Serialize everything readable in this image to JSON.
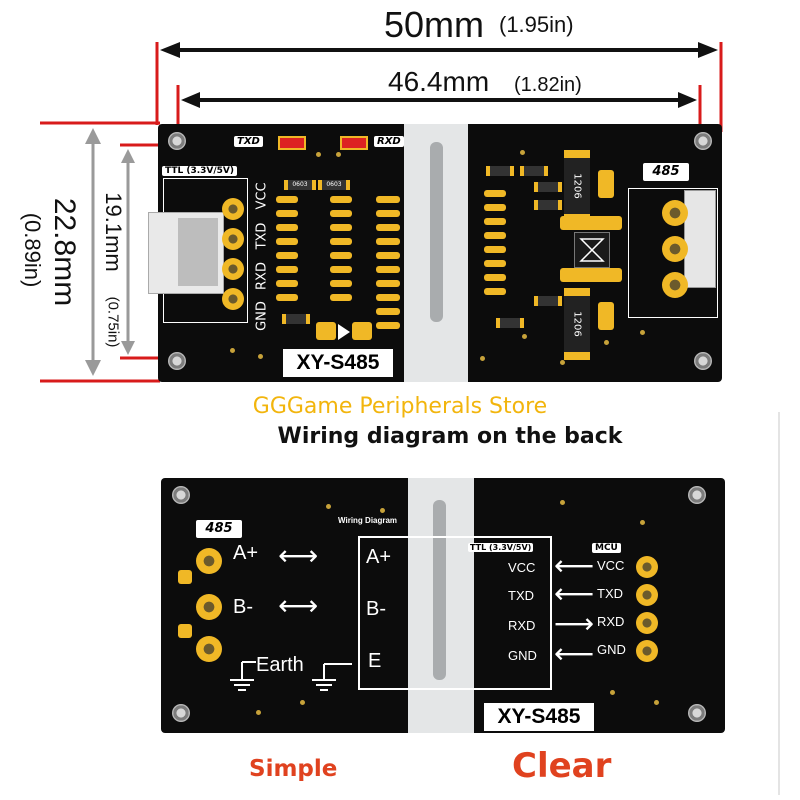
{
  "dimensions": {
    "width_outer": "50mm",
    "width_outer_in": "(1.95in)",
    "width_inner": "46.4mm",
    "width_inner_in": "(1.82in)",
    "height_outer": "22.8mm",
    "height_outer_in": "(0.89in)",
    "height_inner": "19.1mm",
    "height_inner_in": "(0.75in)"
  },
  "top_board": {
    "txd_led": "TXD",
    "rxd_led": "RXD",
    "ttl_label": "TTL (3.3V/5V)",
    "pins": [
      "VCC",
      "TXD",
      "RXD",
      "GND"
    ],
    "right_label": "485",
    "chip_left": "0603",
    "chip_right": "1206",
    "title": "XY-S485"
  },
  "store_name": "GGGame Peripherals Store",
  "heading": "Wiring diagram on the back",
  "bottom_board": {
    "left_label": "485",
    "diagram_title": "Wiring Diagram",
    "left_pins": [
      "A+",
      "B-"
    ],
    "earth_label": "Earth",
    "box_pins": [
      "A+",
      "B-",
      "E"
    ],
    "ttl_label": "TTL (3.3V/5V)",
    "ttl_pins": [
      "VCC",
      "TXD",
      "RXD",
      "GND"
    ],
    "mcu_label": "MCU",
    "mcu_pins": [
      "VCC",
      "TXD",
      "RXD",
      "GND"
    ],
    "title": "XY-S485"
  },
  "captions": {
    "left": "Simple",
    "right": "Clear"
  },
  "colors": {
    "board": "#0c0c0c",
    "pad": "#f0b826",
    "dimension_line": "#d81b1b",
    "caption": "#e0421f",
    "store": "#f2b50d"
  }
}
